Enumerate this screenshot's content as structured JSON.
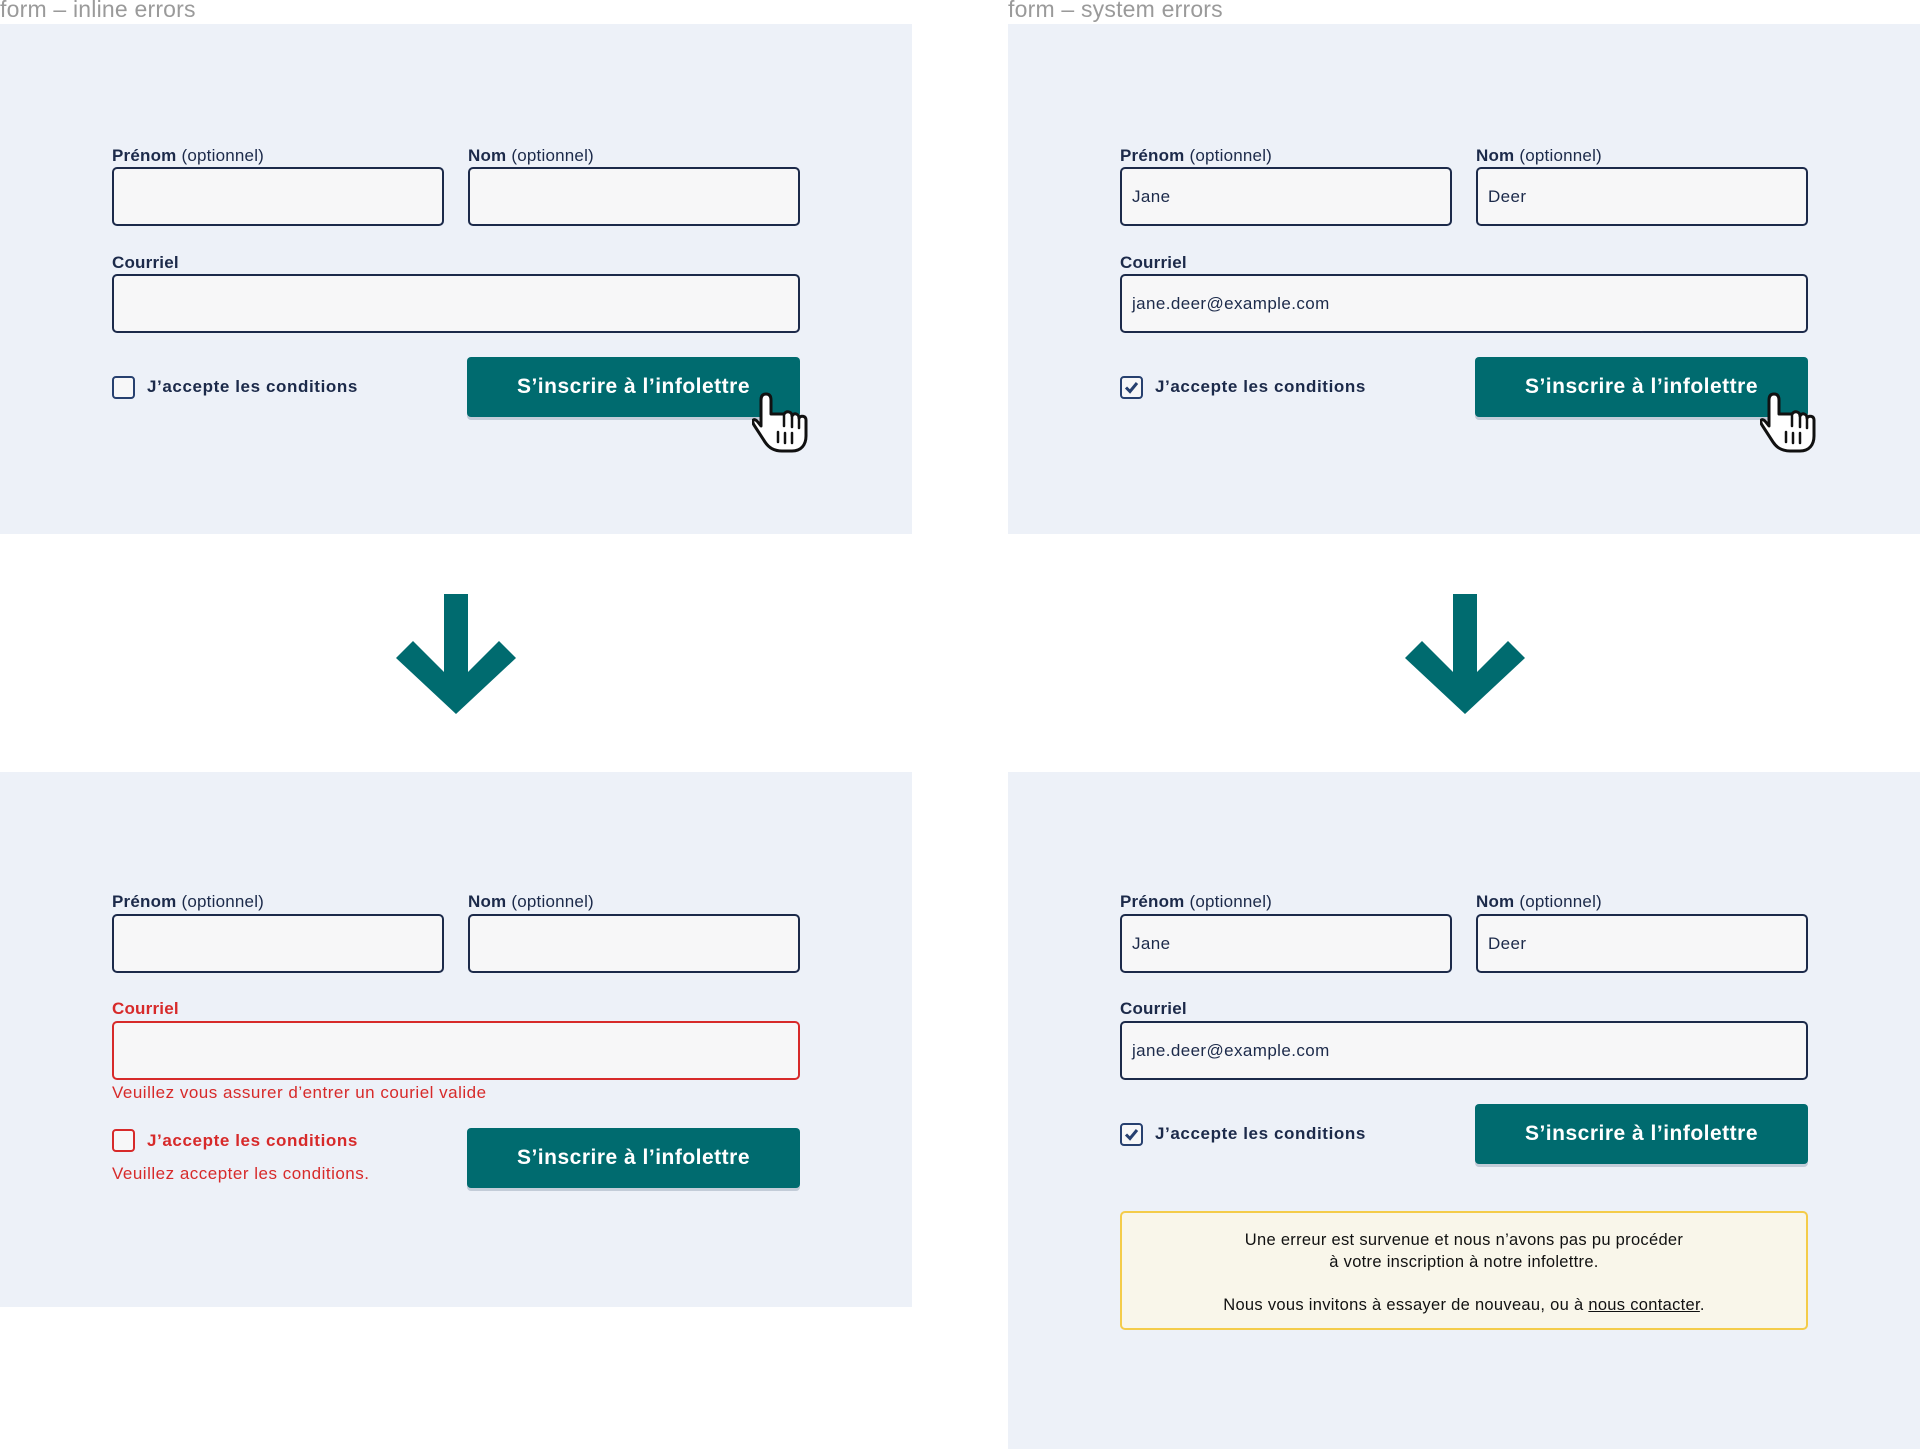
{
  "frames": {
    "inline": {
      "label": "form – inline errors"
    },
    "system": {
      "label": "form – system errors"
    }
  },
  "form": {
    "first_name_label": "Prénom",
    "last_name_label": "Nom",
    "optional_text": "(optionnel)",
    "email_label": "Courriel",
    "terms_label": "J’accepte les conditions",
    "submit_label": "S’inscrire à l’infolettre"
  },
  "values": {
    "first_name": "Jane",
    "last_name": "Deer",
    "email": "jane.deer@example.com"
  },
  "errors": {
    "email_invalid": "Veuillez vous assurer d’entrer un couriel valide",
    "terms_required": "Veuillez accepter les conditions.",
    "system_line1": "Une erreur est survenue et nous n’avons pas pu procéder",
    "system_line2": "à votre inscription à notre infolettre.",
    "system_line3_prefix": "Nous vous invitons à essayer de nouveau, ou à ",
    "system_link": "nous contacter",
    "system_line3_suffix": "."
  },
  "icons": {
    "cursor": "hand-pointer-icon",
    "arrow": "arrow-down-icon",
    "check": "check-icon"
  },
  "colors": {
    "panel_bg": "#edf1f8",
    "primary_button": "#006b6f",
    "arrow": "#006b6f",
    "error": "#d72a2a",
    "warning_border": "#f4cc4a",
    "warning_bg": "#f9f6ea",
    "text": "#1c2a4a"
  }
}
